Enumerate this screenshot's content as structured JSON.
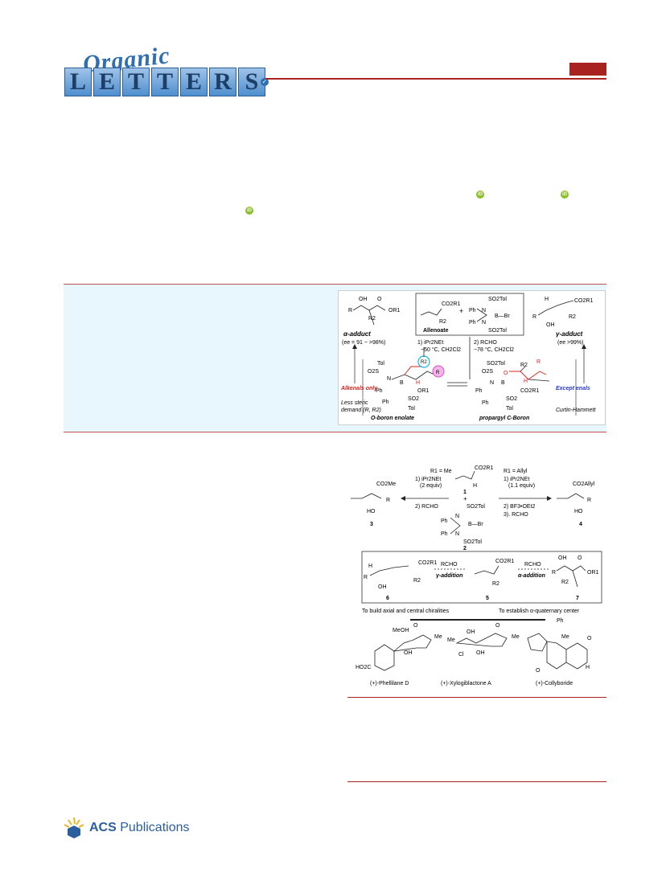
{
  "journal": {
    "logo_organic": "Organic",
    "logo_letters": [
      "L",
      "E",
      "T",
      "T",
      "E",
      "R",
      "S"
    ],
    "brand_color": "#a8231f",
    "logo_blue": "#2f6fb0"
  },
  "toc": {
    "allenoate_label": "Allenoate",
    "reagent_ester": "CO2R1",
    "reagent_r2": "R2",
    "plus": "+",
    "br_reagent_top": "SO2Tol",
    "br_reagent_ph1": "Ph",
    "br_reagent_ph2": "Ph",
    "br_reagent_n1": "N",
    "br_reagent_n2": "N",
    "br_reagent_bbr": "B—Br",
    "br_reagent_bottom": "SO2Tol",
    "step1": "1) iPr2NEt",
    "step1b": "−50 °C, CH2Cl2",
    "step2": "2) RCHO",
    "step2b": "−78 °C, CH2Cl2",
    "alpha_adduct": "α-adduct",
    "alpha_ee": "(ee = 91 ~ >98%)",
    "gamma_adduct": "γ-adduct",
    "gamma_ee": "(ee >99%)",
    "alkenals_only": "Alkenals only",
    "except_enals": "Except enals",
    "less_steric": "Less steric",
    "demand": "demand (R, R2)",
    "o_boron": "O-boron enolate",
    "propargyl": "propargyl C-Boron",
    "curtin": "Curtin-Hammett",
    "alpha_oh": "OH",
    "alpha_r": "R",
    "alpha_r2": "R2",
    "alpha_or1": "OR1",
    "alpha_o": "O",
    "gamma_h": "H",
    "gamma_r": "R",
    "gamma_oh": "OH",
    "gamma_r2": "R2",
    "gamma_co2r1": "CO2R1",
    "tol1": "Tol",
    "o2s": "O2S",
    "n_left": "N",
    "b_left": "B",
    "ph_left1": "Ph",
    "ph_left2": "Ph",
    "so2_left": "SO2",
    "tol_left2": "Tol",
    "or1_left": "OR1",
    "h_left": "H",
    "r_pink": "R",
    "r2_cyan": "R2",
    "so2tol_right": "SO2Tol",
    "o_right": "O",
    "b_right": "B",
    "n_right": "N",
    "ph_right1": "Ph",
    "ph_right2": "Ph",
    "so2_right": "SO2",
    "tol_right": "Tol",
    "co2r1_right": "CO2R1",
    "r_right": "R",
    "r2_right": "R2",
    "h_right": "H"
  },
  "scheme": {
    "r1_me": "R1 = Me",
    "r1_allyl": "R1 = Allyl",
    "left_step1": "1) iPr2NEt",
    "left_step1b": "(2 equiv)",
    "left_step2": "2) RCHO",
    "right_step1": "1) iPr2NEt",
    "right_step1b": "(1.1 equiv)",
    "right_step2": "2) BF3•OEt2",
    "right_step3": "3). RCHO",
    "cpd1": "1",
    "cpd2": "2",
    "cpd3": "3",
    "cpd4": "4",
    "cpd5": "5",
    "cpd6": "6",
    "cpd7": "7",
    "co2r1": "CO2R1",
    "h": "H",
    "plus": "+",
    "so2tol": "SO2Tol",
    "ph": "Ph",
    "n": "N",
    "bbr": "B—Br",
    "co2me": "CO2Me",
    "r": "R",
    "ho": "HO",
    "co2allyl": "CO2Allyl",
    "rcho": "RCHO",
    "gamma_addition": "γ-addition",
    "alpha_addition": "α-addition",
    "oh": "OH",
    "r2": "R2",
    "o": "O",
    "or1": "OR1",
    "caption_left": "To build axial and central chiralities",
    "caption_right": "To establish α-quaternary center",
    "nat1": "(+)-Phellilane D",
    "nat2": "(+)-Xylogiblactone A",
    "nat3": "(+)-Collyboride",
    "me": "Me",
    "cl": "Cl",
    "ho2c": "HO2C",
    "ph_bz": "Ph"
  },
  "footer": {
    "acs_bold": "ACS",
    "acs_rest": " Publications"
  }
}
